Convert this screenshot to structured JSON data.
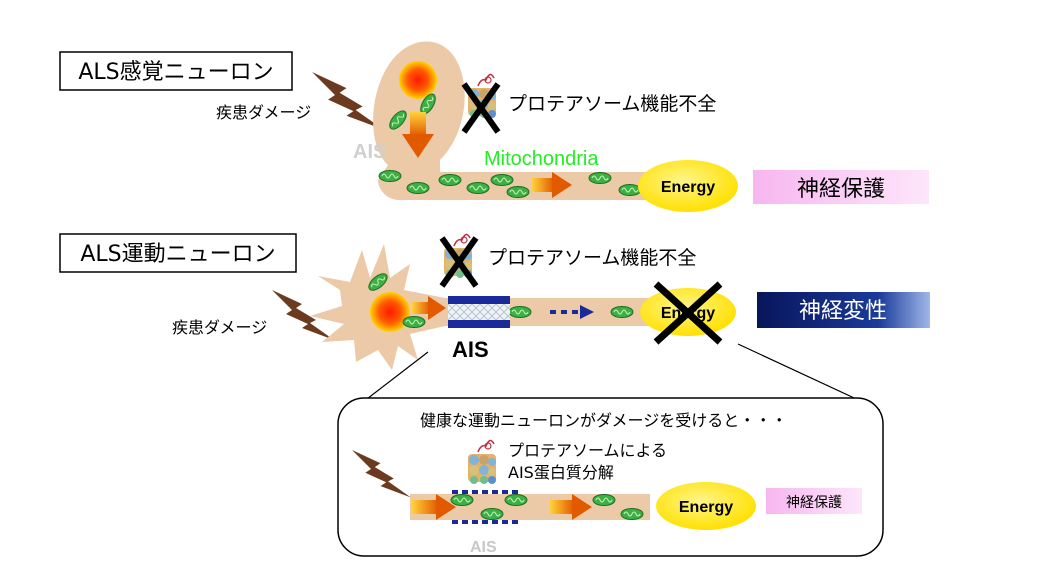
{
  "sensory": {
    "title": "ALS感覚ニューロン",
    "damage_label": "疾患ダメージ",
    "ais_label": "AIS",
    "proteasome_label": "プロテアソーム機能不全",
    "mito_label": "Mitochondria",
    "energy_label": "Energy",
    "outcome_label": "神経保護"
  },
  "motor": {
    "title": "ALS運動ニューロン",
    "damage_label": "疾患ダメージ",
    "ais_label": "AIS",
    "proteasome_label": "プロテアソーム機能不全",
    "energy_label": "Energy",
    "outcome_label": "神経変性"
  },
  "healthy": {
    "caption": "健康な運動ニューロンがダメージを受けると・・・",
    "proteasome_line1": "プロテアソームによる",
    "proteasome_line2": "AIS蛋白質分解",
    "energy_label": "Energy",
    "ais_label": "AIS",
    "outcome_label": "神経保護"
  },
  "colors": {
    "neuron_body": "#ecc9a7",
    "nucleus_core": "#ff2a00",
    "nucleus_glow": "#ffd400",
    "mitochondria": "#3cb043",
    "energy_fill": "#ffe600",
    "arrow_orange": "#f08a00",
    "damage_arrow": "#6b3a1f",
    "ais_blue": "#1a2a9a",
    "mito_text": "#22ee22",
    "protect_pink": "#f6b9ef",
    "degen_navy": "#0b1f66"
  }
}
